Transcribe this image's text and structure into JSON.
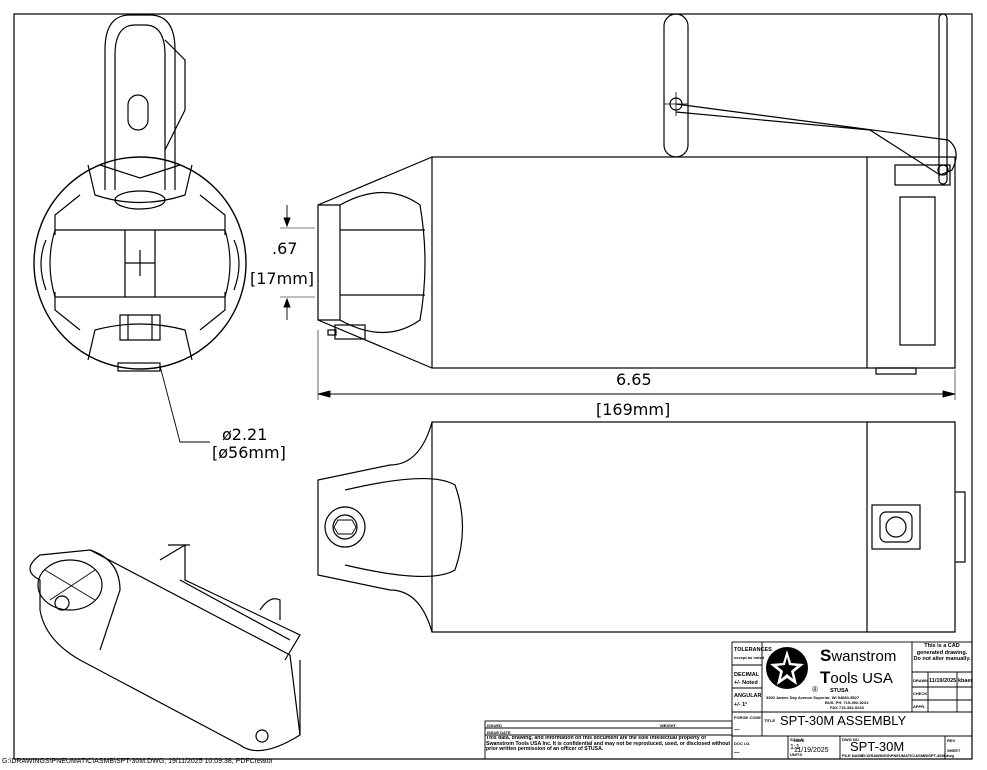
{
  "dimensions": {
    "height_in": ".67",
    "height_mm": "[17mm]",
    "length_in": "6.65",
    "length_mm": "[169mm]",
    "diameter_in": "ø2.21",
    "diameter_mm": "[ø56mm]"
  },
  "title_block": {
    "tolerances": "TOLERANCES",
    "tolerances_note": "except as noted",
    "decimal": "DECIMAL",
    "decimal_value": "+/- Noted",
    "angular": "ANGULAR",
    "angular_value": "+/- 1°",
    "company_line1_initial": "S",
    "company_line1_rest": "wanstrom",
    "company_line2_initial": "T",
    "company_line2_rest": "ools USA",
    "registered": "®",
    "brand": "STUSA",
    "address": "3300 James Day Avenue Superior, WI 54880-5527",
    "phone": "BUS. PH. 715-392-9231",
    "fax": "FAX  715-392-9233",
    "cad_note": "This is a CAD generated drawing. Do not alter manually.",
    "drawn_label": "DRAWN",
    "drawn_date": "11/19/2025",
    "drawn_by": "kbaer",
    "check_label": "CHECK",
    "appr_label": "APPR.",
    "forge_code_label": "FORGE CODE",
    "forge_code_value": "—",
    "title_label": "TITLE",
    "title_value": "SPT-30M ASSEMBLY",
    "doc_id_label": "DOC I.D.",
    "doc_id_value": "—",
    "scale_label": "SCALE",
    "scale_value": "1:1",
    "units_label": "UNITS",
    "date_label": "DATE",
    "date_value": "11/19/2025",
    "dwg_no_label": "DWG NO",
    "dwg_no_value": "SPT-30M",
    "file_name_label": "FILE NAME",
    "file_name_value": "G:\\DRAWINGS\\PNEUMATIC\\ASMB\\SPT-30M.dwg",
    "rev_label": "REV",
    "sheet_label": "SHEET",
    "issued_label": "ISSUED",
    "issue_date_label": "ISSUE DATE",
    "weight_label": "WEIGHT",
    "disclaimer": "This data, drawing, and information on this document are the sole intellectual property of Swanstrom Tools USA Inc. It is confidential and may not be reproduced, used, or disclosed without prior written permission of an officer of STUSA."
  },
  "footer_path": "G:\\DRAWINGS\\PNEUMATIC\\ASMB\\SPT-30M.DWG, 19/11/2025 10:09:38, PDFCreator"
}
